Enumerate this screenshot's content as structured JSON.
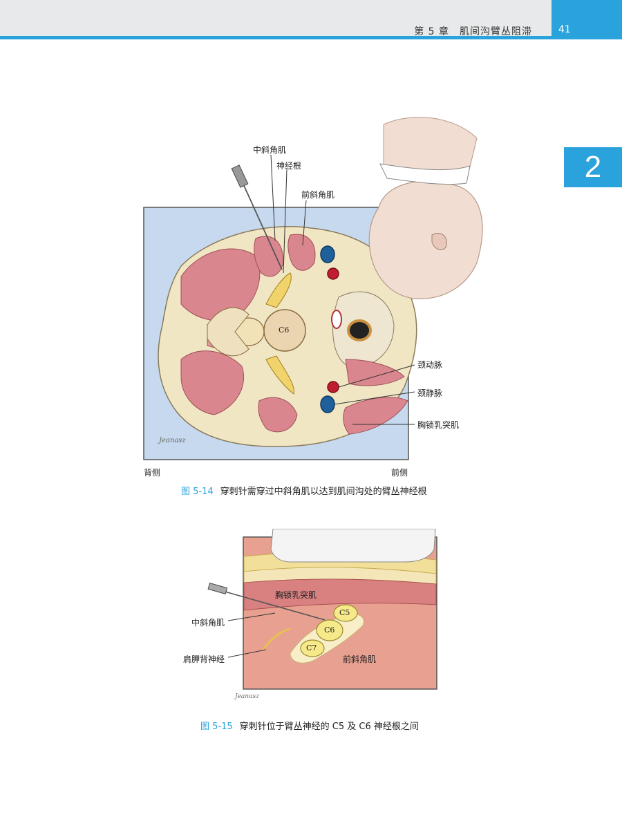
{
  "header": {
    "chapter_title": "第 5 章　肌间沟臂丛阻滞",
    "page_number": "41"
  },
  "chapter_tab": "2",
  "figure1": {
    "labels": {
      "middle_scalene": "中斜角肌",
      "nerve_root": "神经根",
      "anterior_scalene": "前斜角肌",
      "vertebra": "C6",
      "carotid": "颈动脉",
      "jugular": "颈静脉",
      "scm": "胸锁乳突肌",
      "dorsal": "背侧",
      "ventral": "前侧",
      "signature": "Jeanasz"
    },
    "caption_number": "图 5-14",
    "caption_text": "穿刺针需穿过中斜角肌以达到肌间沟处的臂丛神经根"
  },
  "figure2": {
    "labels": {
      "scm": "胸锁乳突肌",
      "middle_scalene": "中斜角肌",
      "dorsal_scapular": "肩胛背神经",
      "anterior_scalene": "前斜角肌",
      "c5": "C5",
      "c6": "C6",
      "c7": "C7",
      "signature": "Jeanasz"
    },
    "caption_number": "图 5-15",
    "caption_text": "穿刺针位于臂丛神经的 C5 及 C6 神经根之间"
  }
}
